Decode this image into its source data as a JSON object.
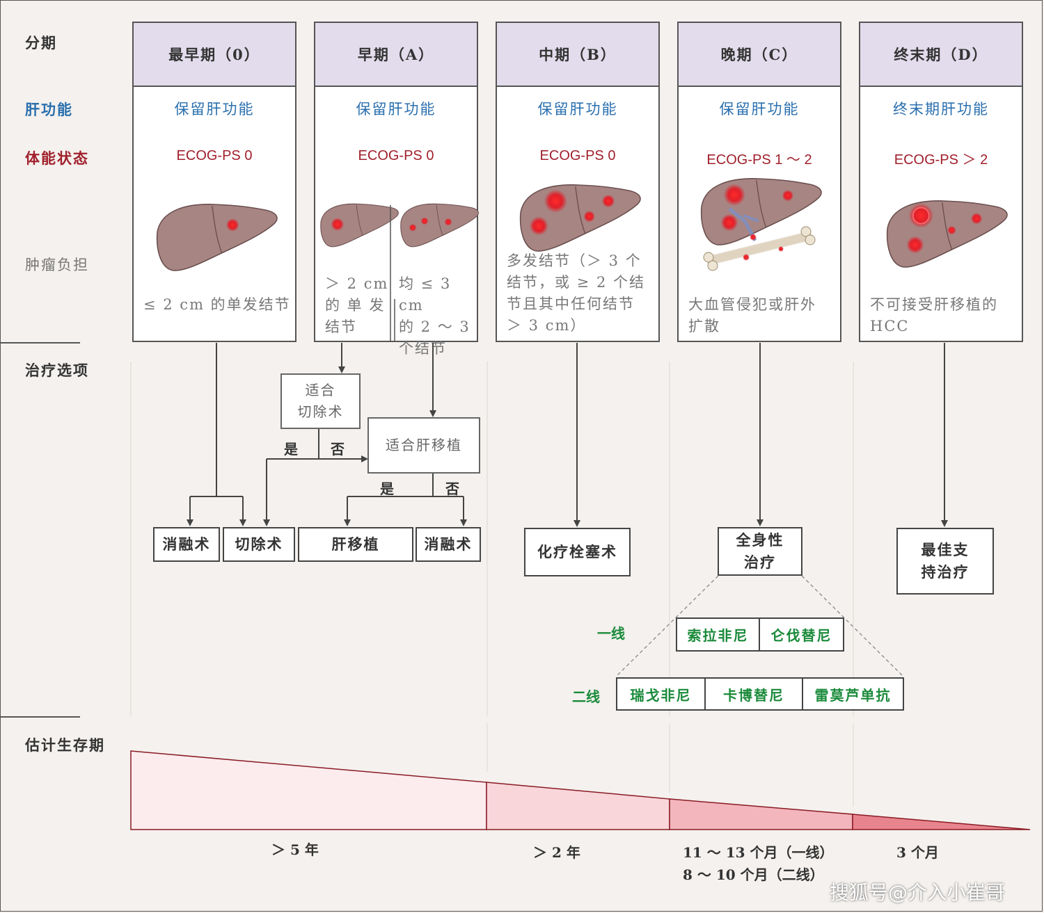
{
  "row_labels": {
    "stage": "分期",
    "liver_function": "肝功能",
    "performance_status": "体能状态",
    "tumor_burden": "肿瘤负担",
    "treatment_options": "治疗选项",
    "estimated_survival": "估计生存期"
  },
  "stages": [
    {
      "name": "最早期（0）",
      "liver_function": "保留肝功能",
      "ecog": "ECOG-PS 0"
    },
    {
      "name": "早期（A）",
      "liver_function": "保留肝功能",
      "ecog": "ECOG-PS 0"
    },
    {
      "name": "中期（B）",
      "liver_function": "保留肝功能",
      "ecog": "ECOG-PS 0"
    },
    {
      "name": "晚期（C）",
      "liver_function": "保留肝功能",
      "ecog": "ECOG-PS 1 ～ 2"
    },
    {
      "name": "终末期（D）",
      "liver_function": "终末期肝功能",
      "ecog": "ECOG-PS ＞ 2"
    }
  ],
  "tumor_burden": {
    "very_early": "≤ 2 cm 的单发结节",
    "early_single_l1": "＞ 2 cm",
    "early_single_l2": "的 单 发",
    "early_single_l3": "结节",
    "early_multi_l1": "均 ≤ 3 cm",
    "early_multi_l2": "的 2 ～ 3",
    "early_multi_l3": "个结节",
    "intermediate_l1": "多发结节（＞ 3 个",
    "intermediate_l2": "结节，或 ≥ 2 个结",
    "intermediate_l3": "节且其中任何结节",
    "intermediate_l4": "＞ 3 cm）",
    "advanced_l1": "大血管侵犯或肝外",
    "advanced_l2": "扩散",
    "terminal_l1": "不可接受肝移植的",
    "terminal_l2": "HCC"
  },
  "decisions": {
    "resection_suitable_l1": "适合",
    "resection_suitable_l2": "切除术",
    "transplant_suitable": "适合肝移植",
    "yes": "是",
    "no": "否"
  },
  "treatments": {
    "ablation": "消融术",
    "resection": "切除术",
    "transplant": "肝移植",
    "tace": "化疗栓塞术",
    "systemic_l1": "全身性",
    "systemic_l2": "治疗",
    "bsc_l1": "最佳支",
    "bsc_l2": "持治疗"
  },
  "systemic_therapy": {
    "first_line_label": "一线",
    "second_line_label": "二线",
    "first_line": [
      "索拉非尼",
      "仑伐替尼"
    ],
    "second_line": [
      "瑞戈非尼",
      "卡博替尼",
      "雷莫芦单抗"
    ]
  },
  "survival": {
    "very_early_early": "＞ 5 年",
    "intermediate": "＞ 2 年",
    "advanced_first_line": "11 ～ 13 个月（一线）",
    "advanced_second_line": "8 ～ 10 个月（二线）",
    "terminal": "3 个月"
  },
  "watermark": "搜狐号@介入小崔哥",
  "colors": {
    "header_fill": "#e2dcec",
    "liver_function_text": "#2a6fae",
    "ecog_text": "#a0202c",
    "drug_text": "#1a8a3a",
    "liver_fill": "#a78583",
    "tumor": "#e0202a",
    "survival_wedge": [
      "#fcecee",
      "#f8d6da",
      "#f2b6bc",
      "#e8848d"
    ]
  },
  "icons": [
    "liver-illustration",
    "bone-illustration",
    "vessel-invasion-icon"
  ]
}
